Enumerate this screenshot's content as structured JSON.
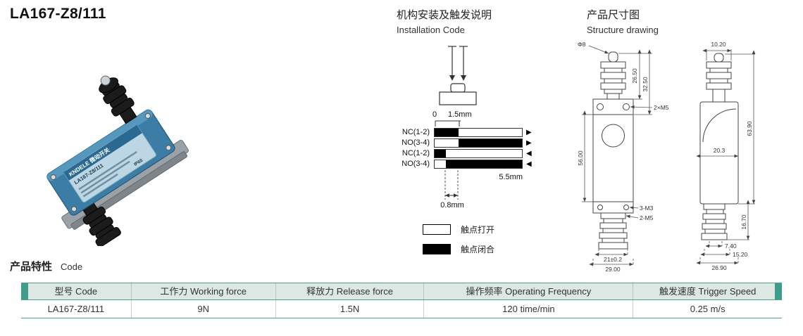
{
  "page": {
    "title": "LA167-Z8/111"
  },
  "photo": {
    "brand_line": "KNDELE 微动开关",
    "model": "LA167-Z8/111",
    "ip": "IP65"
  },
  "installation": {
    "title_cn": "机构安装及触发说明",
    "title_en": "Installation Code",
    "scale_zero": "0",
    "scale_operate": "1.5mm",
    "total_travel": "5.5mm",
    "differential": "0.8mm",
    "rows": [
      {
        "label": "NC(1-2)",
        "arrow": "▶",
        "closed_pct": [
          0,
          27.3
        ]
      },
      {
        "label": "NO(3-4)",
        "arrow": "▶",
        "closed_pct": [
          27.3,
          100
        ]
      },
      {
        "label": "NC(1-2)",
        "arrow": "◀",
        "closed_pct": [
          0,
          12.7
        ]
      },
      {
        "label": "NO(3-4)",
        "arrow": "◀",
        "closed_pct": [
          12.7,
          100
        ]
      }
    ],
    "legend_open": "触点打开",
    "legend_closed": "触点闭合"
  },
  "structure": {
    "title_cn": "产品尺寸图",
    "title_en": "Structure drawing",
    "front_dims": {
      "plunger_dia": "Φ8",
      "plunger_h1": "26.50",
      "plunger_h2": "32.50",
      "mount_holes": "2×M5",
      "body_length": "56.00",
      "bottom_holes": "3-M3",
      "gland_thread": "2-M5",
      "gland_width": "21±0.2",
      "body_width": "29.00"
    },
    "side_dims": {
      "top_width": "10.20",
      "body_depth": "20.3",
      "overall_height": "63.90",
      "gland_length": "16.70",
      "tip_width": "7.40",
      "gland_dia": "15.20",
      "base_depth": "26.90"
    }
  },
  "features": {
    "title_cn": "产品特性",
    "title_en": "Code"
  },
  "table": {
    "headers": [
      "型号 Code",
      "工作力 Working force",
      "释放力 Release force",
      "操作频率 Operating Frequency",
      "触发速度 Trigger Speed"
    ],
    "row": [
      "LA167-Z8/111",
      "9N",
      "1.5N",
      "120 time/min",
      "0.25 m/s"
    ],
    "header_bg": "#dde8e2",
    "accent": "#3f9c8b"
  }
}
